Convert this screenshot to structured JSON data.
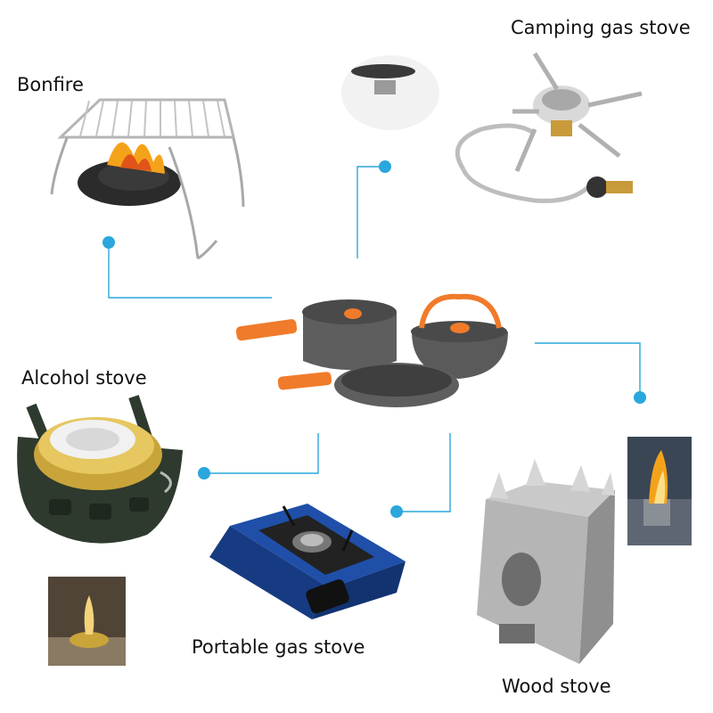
{
  "labels": {
    "bonfire": "Bonfire",
    "camping_gas_stove": "Camping gas stove",
    "alcohol_stove": "Alcohol stove",
    "portable_gas_stove": "Portable gas stove",
    "wood_stove": "Wood stove"
  },
  "colors": {
    "connector": "#2aa7dc",
    "cookware_body": "#5e5e5e",
    "cookware_handle": "#f07b2a",
    "burner_blue": "#1f4fa8",
    "flame": "#f5a21b"
  },
  "icons": [
    "cookware-set-image",
    "bonfire-grill-image",
    "camping-gas-stove-image",
    "alcohol-stove-image",
    "portable-gas-stove-image",
    "wood-stove-image"
  ]
}
